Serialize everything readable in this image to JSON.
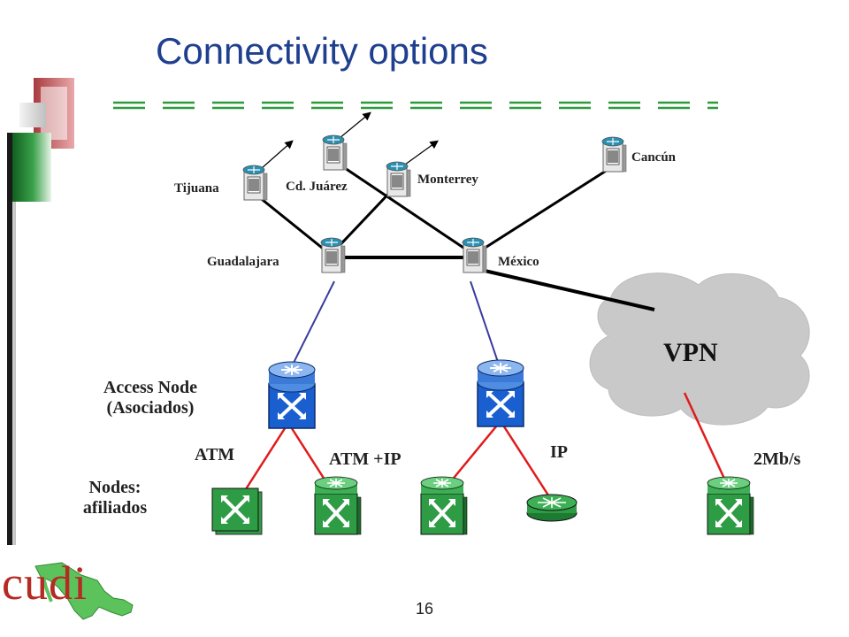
{
  "slide": {
    "title": "Connectivity options",
    "page_number": "16",
    "logo_text": "cudi"
  },
  "nodes": {
    "tijuana": "Tijuana",
    "juarez": "Cd. Juárez",
    "monterrey": "Monterrey",
    "cancun": "Cancún",
    "guadalajara": "Guadalajara",
    "mexico": "México"
  },
  "cloud_label": "VPN",
  "labels": {
    "access_node_line1": "Access Node",
    "access_node_line2": "(Asociados)",
    "nodes_line1": "Nodes:",
    "nodes_line2": "afiliados",
    "atm": "ATM",
    "atm_ip": "ATM +IP",
    "ip": "IP",
    "rate": "2Mb/s"
  },
  "colors": {
    "title": "#1f3f8f",
    "backbone": "#000000",
    "access_link": "#3a3aa0",
    "member_link": "#e01b1b",
    "switch_blue": "#1a5fd0",
    "switch_green": "#2e9b45",
    "cloud": "#c9c9c9",
    "deco_red": "#c0565a",
    "deco_green": "#2f9a3c"
  },
  "icons": {
    "router": "router-icon",
    "switch": "atm-switch-icon",
    "cloud": "cloud-icon"
  }
}
